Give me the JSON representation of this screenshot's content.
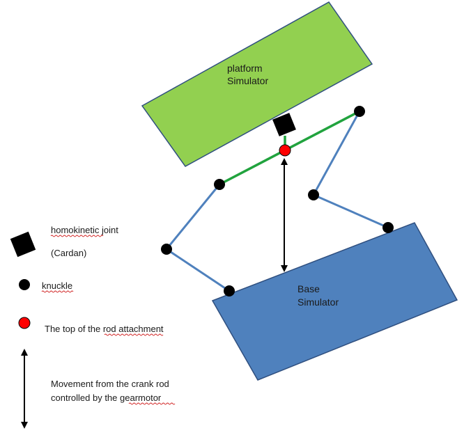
{
  "diagram": {
    "platform": {
      "line1": "platform",
      "line2": "Simulator",
      "fill": "#92d050",
      "stroke": "#2f4f7f"
    },
    "base": {
      "line1": "Base",
      "line2": "Simulator",
      "fill": "#4f81bd",
      "stroke": "#2f4f7f"
    },
    "colors": {
      "link": "#4f81bd",
      "crossbar": "#21a33e",
      "knuckle": "#000000",
      "rod_top": "#ff0000",
      "joint": "#000000"
    }
  },
  "legend": {
    "joint_label": "homokinetic joint",
    "joint_sub": "(Cardan)",
    "knuckle_label": "knuckle",
    "rod_top_label": "The top of the rod attachment",
    "movement_line1": "Movement from the crank rod",
    "movement_line2": "controlled by the gearmotor"
  }
}
